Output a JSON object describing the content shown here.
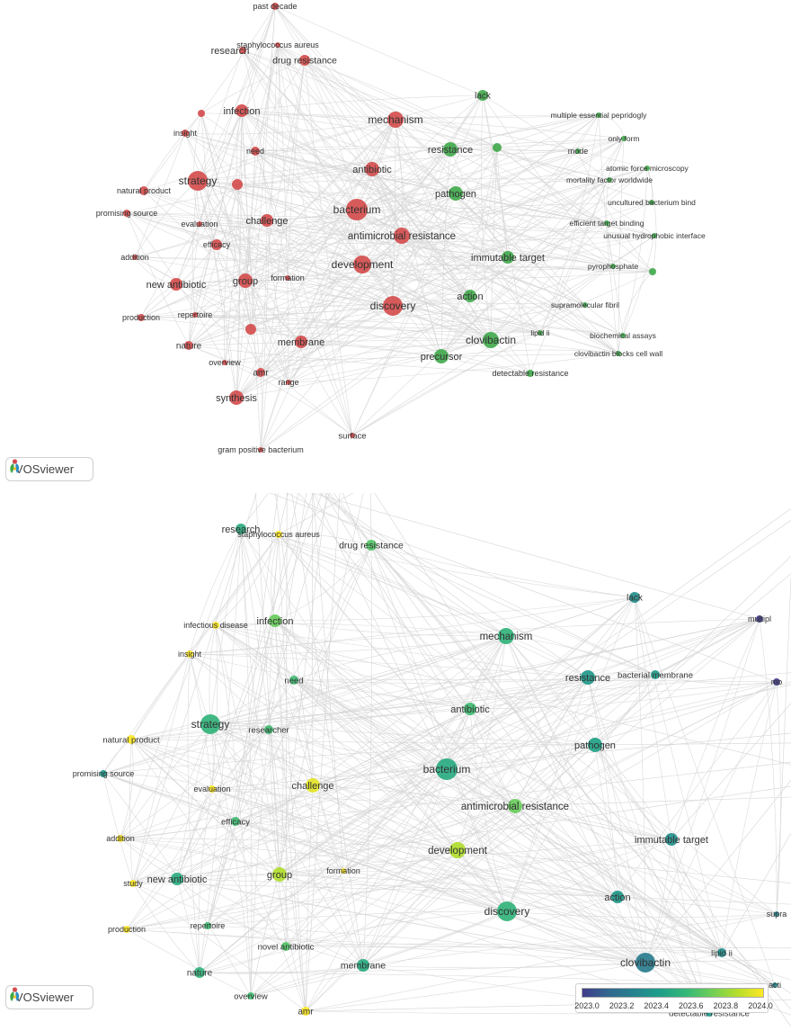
{
  "brand": {
    "name": "VOSviewer",
    "logo": "vosviewer-logo-icon"
  },
  "colors": {
    "red_cluster": "#d44a4a",
    "green_cluster": "#3fa84a",
    "edge": "#d5d5d5",
    "legend_gradient": [
      "#403c8a",
      "#31688e",
      "#26828e",
      "#1f9e89",
      "#35b779",
      "#6ece58",
      "#b5de2b",
      "#fde725"
    ]
  },
  "network_map": {
    "nodes": [
      {
        "label": "past decade",
        "c": "red"
      },
      {
        "label": "research",
        "c": "red"
      },
      {
        "label": "staphylococcus aureus",
        "c": "red"
      },
      {
        "label": "drug resistance",
        "c": "red"
      },
      {
        "label": "infection",
        "c": "red"
      },
      {
        "label": "insight",
        "c": "red"
      },
      {
        "label": "need",
        "c": "red"
      },
      {
        "label": "mechanism",
        "c": "red"
      },
      {
        "label": "antibiotic",
        "c": "red"
      },
      {
        "label": "strategy",
        "c": "red"
      },
      {
        "label": "natural product",
        "c": "red"
      },
      {
        "label": "promising source",
        "c": "red"
      },
      {
        "label": "evaluation",
        "c": "red"
      },
      {
        "label": "challenge",
        "c": "red"
      },
      {
        "label": "bacterium",
        "c": "red"
      },
      {
        "label": "efficacy",
        "c": "red"
      },
      {
        "label": "antimicrobial resistance",
        "c": "red"
      },
      {
        "label": "addition",
        "c": "red"
      },
      {
        "label": "development",
        "c": "red"
      },
      {
        "label": "new antibiotic",
        "c": "red"
      },
      {
        "label": "group",
        "c": "red"
      },
      {
        "label": "formation",
        "c": "red"
      },
      {
        "label": "production",
        "c": "red"
      },
      {
        "label": "repertoire",
        "c": "red"
      },
      {
        "label": "discovery",
        "c": "red"
      },
      {
        "label": "nature",
        "c": "red"
      },
      {
        "label": "membrane",
        "c": "red"
      },
      {
        "label": "overview",
        "c": "red"
      },
      {
        "label": "amr",
        "c": "red"
      },
      {
        "label": "range",
        "c": "red"
      },
      {
        "label": "synthesis",
        "c": "red"
      },
      {
        "label": "surface",
        "c": "red"
      },
      {
        "label": "gram positive bacterium",
        "c": "red"
      },
      {
        "label": "lack",
        "c": "green"
      },
      {
        "label": "multiple essential pepridogly",
        "c": "green"
      },
      {
        "label": "resistance",
        "c": "green"
      },
      {
        "label": "only form",
        "c": "green"
      },
      {
        "label": "mode",
        "c": "green"
      },
      {
        "label": "atomic force microscopy",
        "c": "green"
      },
      {
        "label": "mortality factor worldwide",
        "c": "green"
      },
      {
        "label": "pathogen",
        "c": "green"
      },
      {
        "label": "uncultured bacterium bind",
        "c": "green"
      },
      {
        "label": "efficient target binding",
        "c": "green"
      },
      {
        "label": "unusual hydrophobic interface",
        "c": "green"
      },
      {
        "label": "immutable target",
        "c": "green"
      },
      {
        "label": "pyrophosphate",
        "c": "green"
      },
      {
        "label": "action",
        "c": "green"
      },
      {
        "label": "supramolecular fibril",
        "c": "green"
      },
      {
        "label": "clovibactin",
        "c": "green"
      },
      {
        "label": "lipid ii",
        "c": "green"
      },
      {
        "label": "biochemical assays",
        "c": "green"
      },
      {
        "label": "precursor",
        "c": "green"
      },
      {
        "label": "clovibactin blocks cell wall",
        "c": "green"
      },
      {
        "label": "detectable resistance",
        "c": "green"
      },
      {
        "label": "",
        "c": "green"
      },
      {
        "label": "",
        "c": "green"
      },
      {
        "label": "",
        "c": "red"
      },
      {
        "label": "",
        "c": "red"
      },
      {
        "label": "",
        "c": "red"
      }
    ]
  },
  "overlay_map": {
    "legend_ticks": [
      "2023.0",
      "2023.2",
      "2023.4",
      "2023.6",
      "2023.8",
      "2024.0"
    ],
    "nodes": [
      {
        "label": "research",
        "year": 2023.5
      },
      {
        "label": "staphylococcus aureus",
        "year": 2024.0
      },
      {
        "label": "drug resistance",
        "year": 2023.65
      },
      {
        "label": "lack",
        "year": 2023.35
      },
      {
        "label": "multipl",
        "year": 2023.0
      },
      {
        "label": "infectious disease",
        "year": 2024.0
      },
      {
        "label": "infection",
        "year": 2023.7
      },
      {
        "label": "insight",
        "year": 2024.0
      },
      {
        "label": "mechanism",
        "year": 2023.55
      },
      {
        "label": "need",
        "year": 2023.6
      },
      {
        "label": "resistance",
        "year": 2023.4
      },
      {
        "label": "bacterial membrane",
        "year": 2023.4
      },
      {
        "label": "mo",
        "year": 2023.0
      },
      {
        "label": "antibiotic",
        "year": 2023.6
      },
      {
        "label": "strategy",
        "year": 2023.55
      },
      {
        "label": "researcher",
        "year": 2023.6
      },
      {
        "label": "natural product",
        "year": 2024.0
      },
      {
        "label": "pathogen",
        "year": 2023.45
      },
      {
        "label": "promising source",
        "year": 2023.4
      },
      {
        "label": "bacterium",
        "year": 2023.5
      },
      {
        "label": "evaluation",
        "year": 2024.0
      },
      {
        "label": "challenge",
        "year": 2023.95
      },
      {
        "label": "antimicrobial resistance",
        "year": 2023.7
      },
      {
        "label": "efficacy",
        "year": 2023.6
      },
      {
        "label": "development",
        "year": 2023.85
      },
      {
        "label": "immutable target",
        "year": 2023.35
      },
      {
        "label": "addition",
        "year": 2024.0
      },
      {
        "label": "new antibiotic",
        "year": 2023.5
      },
      {
        "label": "group",
        "year": 2023.85
      },
      {
        "label": "formation",
        "year": 2024.0
      },
      {
        "label": "study",
        "year": 2024.0
      },
      {
        "label": "discovery",
        "year": 2023.55
      },
      {
        "label": "action",
        "year": 2023.4
      },
      {
        "label": "production",
        "year": 2024.0
      },
      {
        "label": "repertoire",
        "year": 2023.6
      },
      {
        "label": "supra",
        "year": 2023.3
      },
      {
        "label": "clovibactin",
        "year": 2023.25
      },
      {
        "label": "lipid ii",
        "year": 2023.35
      },
      {
        "label": "novel antibiotic",
        "year": 2023.65
      },
      {
        "label": "nature",
        "year": 2023.55
      },
      {
        "label": "membrane",
        "year": 2023.5
      },
      {
        "label": "overview",
        "year": 2023.6
      },
      {
        "label": "amr",
        "year": 2024.0
      },
      {
        "label": "acti",
        "year": 2023.3
      },
      {
        "label": "detectable resistance",
        "year": 2023.4
      }
    ]
  }
}
